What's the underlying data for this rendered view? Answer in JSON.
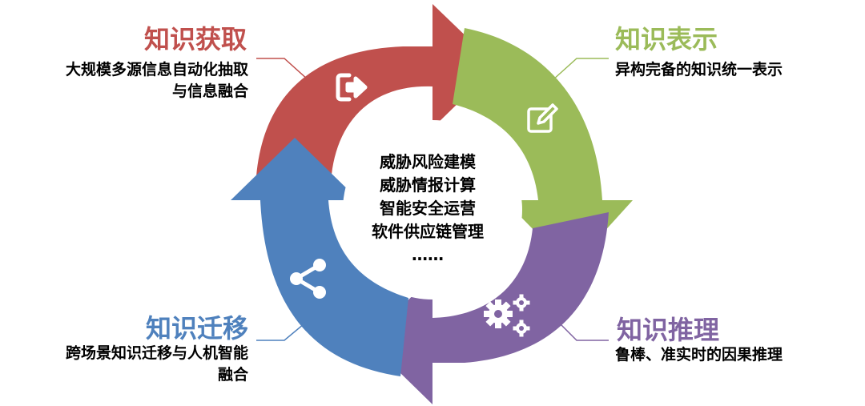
{
  "colors": {
    "acquire": "#C0504D",
    "represent": "#9BBB59",
    "reason": "#8064A2",
    "transfer": "#4F81BD"
  },
  "quadrants": {
    "acquire": {
      "title": "知识获取",
      "desc": [
        "大规模多源信息自动化抽取",
        "与信息融合"
      ],
      "icon": "sign-out-icon"
    },
    "represent": {
      "title": "知识表示",
      "desc": [
        "异构完备的知识统一表示"
      ],
      "icon": "edit-icon"
    },
    "reason": {
      "title": "知识推理",
      "desc": [
        "鲁棒、准实时的因果推理"
      ],
      "icon": "gears-icon"
    },
    "transfer": {
      "title": "知识迁移",
      "desc": [
        "跨场景知识迁移与人机智能",
        "融合"
      ],
      "icon": "share-icon"
    }
  },
  "center": {
    "lines": [
      "威胁风险建模",
      "威胁情报计算",
      "智能安全运营",
      "软件供应链管理",
      "……"
    ]
  }
}
